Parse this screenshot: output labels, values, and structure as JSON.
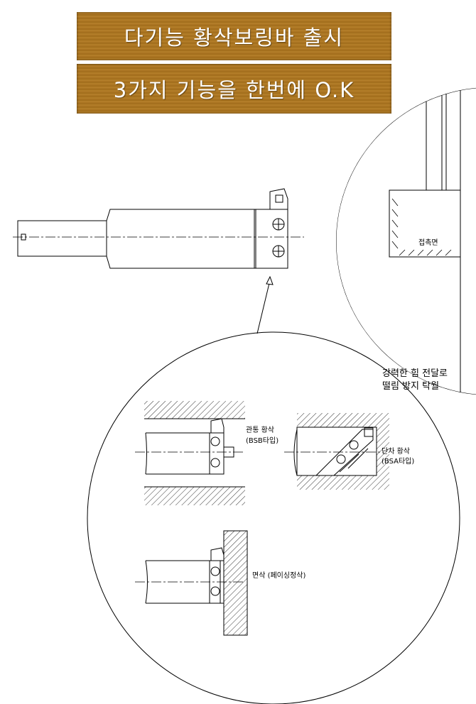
{
  "banners": {
    "title": "다기능 황삭보링바 출시",
    "subtitle": "3가지 기능을 한번에 O.K"
  },
  "labels": {
    "contact_surface": "접촉면",
    "benefit_line1": "강력한 힘 전달로",
    "benefit_line2": "떨림 방지 탁월",
    "through_roughing": "관통 황삭",
    "through_roughing_type": "(BSB타입)",
    "step_roughing": "단차 황삭",
    "step_roughing_type": "(BSA타입)",
    "facing": "면삭 (페이싱정삭)"
  }
}
